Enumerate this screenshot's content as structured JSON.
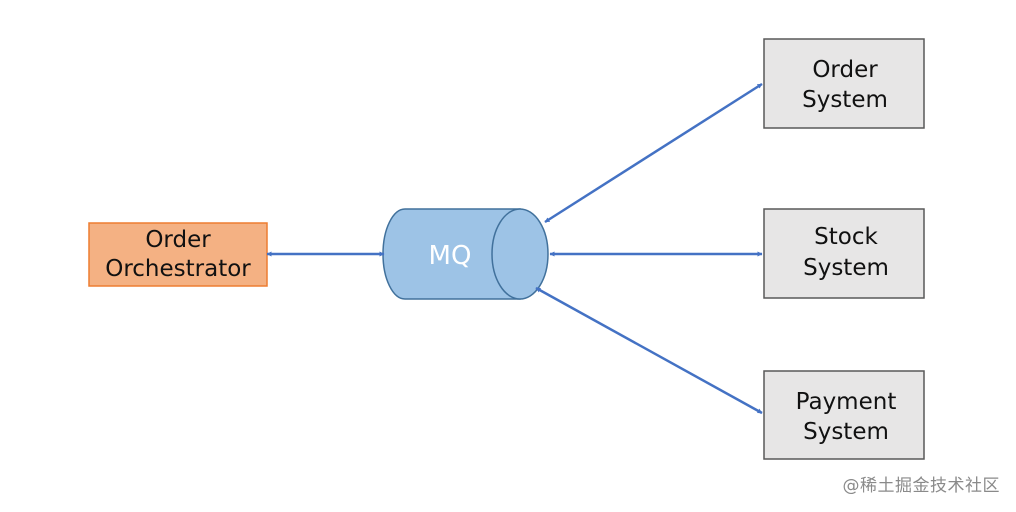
{
  "diagram": {
    "orchestrator": {
      "line1": "Order",
      "line2": "Orchestrator",
      "fill": "#f4b183",
      "stroke": "#ed7d31"
    },
    "queue": {
      "label": "MQ",
      "fill": "#9dc3e6",
      "stroke": "#41719c"
    },
    "services": [
      {
        "line1": "Order",
        "line2": "System"
      },
      {
        "line1": "Stock",
        "line2": "System"
      },
      {
        "line1": "Payment",
        "line2": "System"
      }
    ],
    "service_fill": "#e7e6e6",
    "service_stroke": "#595959",
    "arrow_color": "#4472c4"
  },
  "watermark": "@稀土掘金技术社区"
}
